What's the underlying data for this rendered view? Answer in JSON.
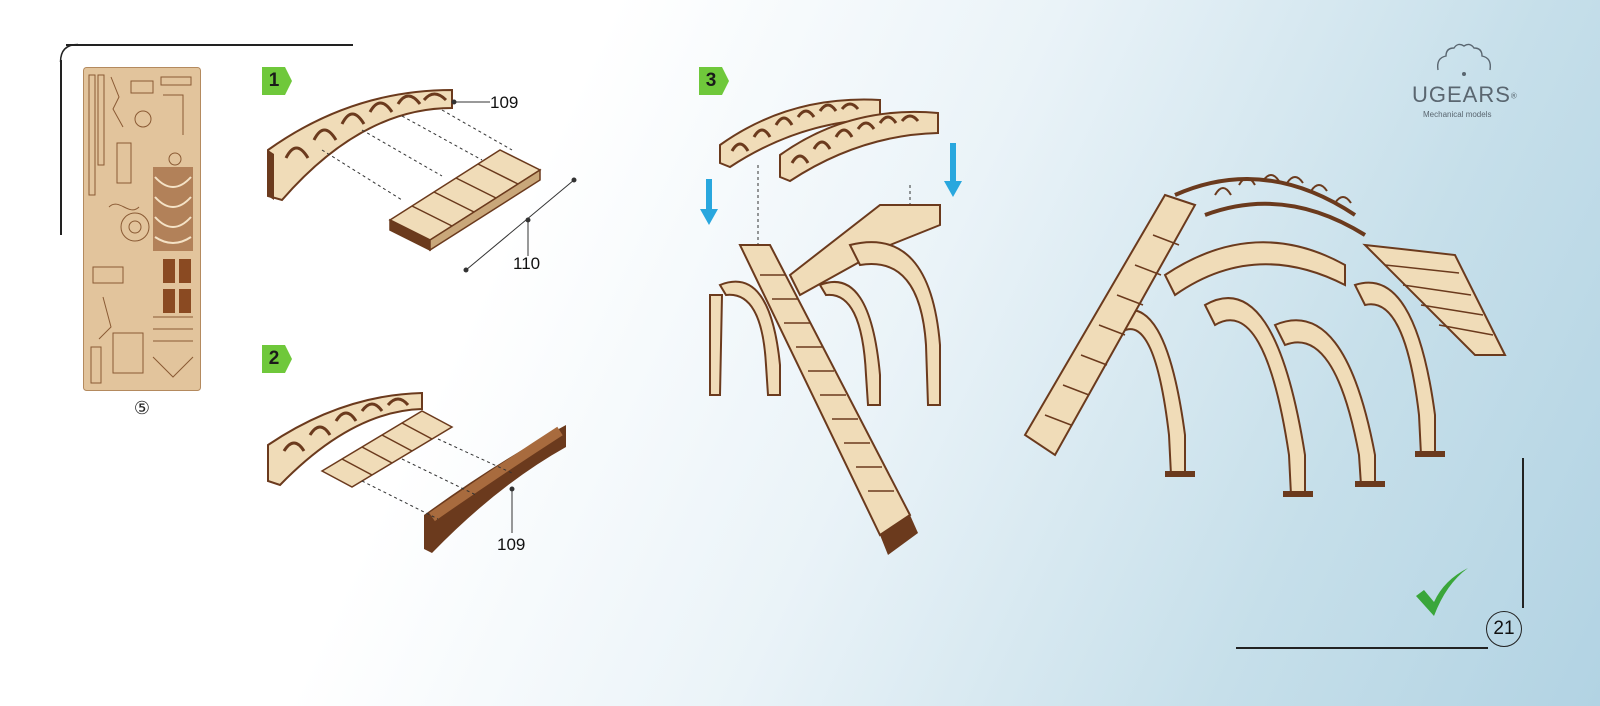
{
  "brand": {
    "name": "UGEARS",
    "registered": "®",
    "tagline": "Mechanical models"
  },
  "sheet": {
    "number": "⑤"
  },
  "steps": [
    {
      "number": "1",
      "parts": [
        "109",
        "110"
      ]
    },
    {
      "number": "2",
      "parts": [
        "109"
      ]
    },
    {
      "number": "3",
      "parts": []
    }
  ],
  "page": {
    "number": "21"
  },
  "colors": {
    "step_badge": "#6fc83b",
    "arrow": "#29a7de",
    "check": "#3aa63a",
    "wood_light": "#f0dcb8",
    "wood_dark": "#6b3a1d"
  }
}
